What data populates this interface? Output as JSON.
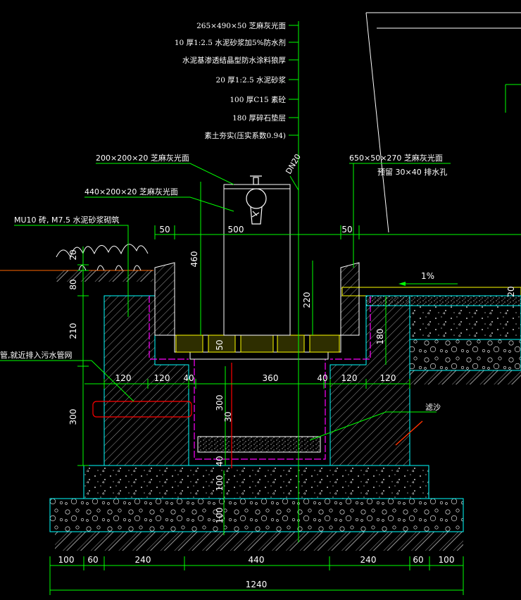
{
  "layer_notes": [
    "265×490×50  芝麻灰光面",
    "10 厚1:2.5  水泥砂浆加5%防水剂",
    "水泥基渗透结晶型防水涂料狼厚",
    "20 厚1:2.5  水泥砂浆",
    "100 厚C15  素砼",
    "180 厚碎石垫层",
    "素土夯实(压实系数0.94)"
  ],
  "callouts": {
    "cap_top": "200×200×20  芝麻灰光面",
    "cap_side": "440×200×20  芝麻灰光面",
    "brick": "MU10 砖,    M7.5  水泥砂浆砌筑",
    "grate": "650×50×270  芝麻灰光面",
    "drain_hole": "预留   30×40  排水孔",
    "pipe": "管,就近排入污水管网",
    "filter": "滤沙",
    "pipe_size": "DN20"
  },
  "slope": "1%",
  "dims": {
    "top": [
      "50",
      "500",
      "50"
    ],
    "mid": [
      "120",
      "120",
      "40",
      "360",
      "40",
      "120",
      "120"
    ],
    "bottom": [
      "100",
      "60",
      "240",
      "440",
      "240",
      "60",
      "100"
    ],
    "total": "1240",
    "left": [
      "20",
      "80",
      "210",
      "300"
    ],
    "vertical": [
      "460",
      "220",
      "50",
      "180",
      "300",
      "30",
      "40",
      "100",
      "100",
      "20"
    ]
  }
}
